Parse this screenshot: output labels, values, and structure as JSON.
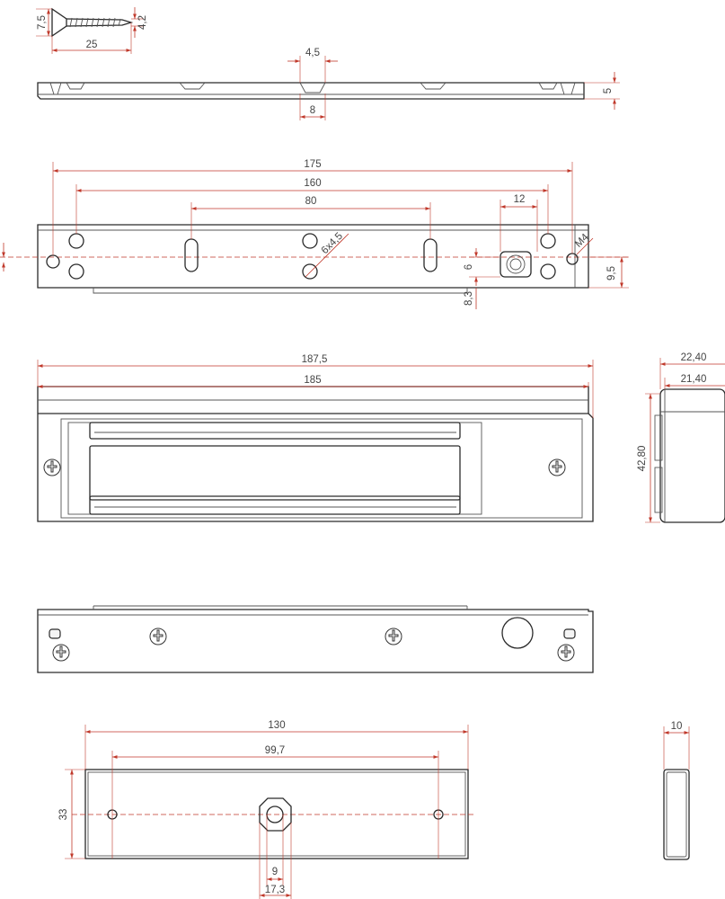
{
  "colors": {
    "outline": "#2a2a2a",
    "dimension": "#c0392b",
    "text": "#444444"
  },
  "screw": {
    "head": "7,5",
    "length": "25",
    "diameter": "4,2"
  },
  "side_plate": {
    "countersink": "4,5",
    "hole": "8",
    "thickness": "5"
  },
  "mounting_plate": {
    "overall": "175",
    "outer_holes": "160",
    "slots": "80",
    "adjust": "12",
    "holes": "6x4,5",
    "thread": "M4",
    "offset_small": "6",
    "offset_low": "8,3",
    "offset_right": "9,5"
  },
  "magnet_front": {
    "total": "187,5",
    "body": "185"
  },
  "magnet_end": {
    "width_outer": "22,40",
    "width_inner": "21,40",
    "height": "42,80"
  },
  "armature": {
    "length": "130",
    "hole_spacing": "99,7",
    "height": "33",
    "bore": "9",
    "nut": "17,3"
  },
  "armature_side": {
    "thickness": "10"
  }
}
